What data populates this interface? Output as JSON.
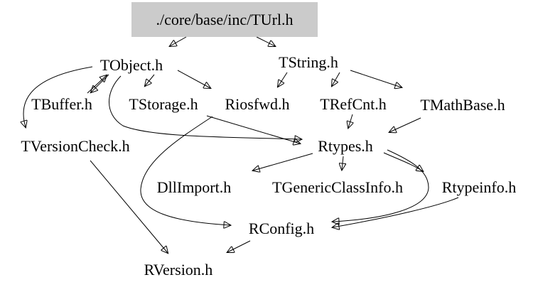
{
  "diagram": {
    "kind": "include-dependency-graph",
    "root_id": "turl",
    "colors": {
      "background": "#ffffff",
      "root_fill": "#cbcbcb",
      "edge": "#000000",
      "text": "#000000"
    },
    "nodes": [
      {
        "id": "turl",
        "label": "./core/base/inc/TUrl.h",
        "highlighted": true
      },
      {
        "id": "tobject",
        "label": "TObject.h"
      },
      {
        "id": "tstring",
        "label": "TString.h"
      },
      {
        "id": "tbuffer",
        "label": "TBuffer.h"
      },
      {
        "id": "tstorage",
        "label": "TStorage.h"
      },
      {
        "id": "riosfwd",
        "label": "Riosfwd.h"
      },
      {
        "id": "trefcnt",
        "label": "TRefCnt.h"
      },
      {
        "id": "tmathbase",
        "label": "TMathBase.h"
      },
      {
        "id": "tversioncheck",
        "label": "TVersionCheck.h"
      },
      {
        "id": "rtypes",
        "label": "Rtypes.h"
      },
      {
        "id": "dllimport",
        "label": "DllImport.h"
      },
      {
        "id": "tgenericclassinfo",
        "label": "TGenericClassInfo.h"
      },
      {
        "id": "rtypeinfo",
        "label": "Rtypeinfo.h"
      },
      {
        "id": "rconfig",
        "label": "RConfig.h"
      },
      {
        "id": "rversion",
        "label": "RVersion.h"
      }
    ],
    "edges": [
      {
        "from": "turl",
        "to": "tobject"
      },
      {
        "from": "turl",
        "to": "tstring"
      },
      {
        "from": "tobject",
        "to": "tversioncheck"
      },
      {
        "from": "tobject",
        "to": "tbuffer"
      },
      {
        "from": "tbuffer",
        "to": "tobject"
      },
      {
        "from": "tobject",
        "to": "tstorage"
      },
      {
        "from": "tobject",
        "to": "riosfwd"
      },
      {
        "from": "tobject",
        "to": "rtypes"
      },
      {
        "from": "tstorage",
        "to": "rtypes"
      },
      {
        "from": "tstring",
        "to": "riosfwd"
      },
      {
        "from": "tstring",
        "to": "trefcnt"
      },
      {
        "from": "tstring",
        "to": "tmathbase"
      },
      {
        "from": "trefcnt",
        "to": "rtypes"
      },
      {
        "from": "tmathbase",
        "to": "rtypes"
      },
      {
        "from": "riosfwd",
        "to": "rconfig"
      },
      {
        "from": "rtypes",
        "to": "dllimport"
      },
      {
        "from": "rtypes",
        "to": "tgenericclassinfo"
      },
      {
        "from": "rtypes",
        "to": "rtypeinfo"
      },
      {
        "from": "rtypes",
        "to": "rconfig"
      },
      {
        "from": "rtypeinfo",
        "to": "rconfig"
      },
      {
        "from": "rconfig",
        "to": "rversion"
      },
      {
        "from": "tversioncheck",
        "to": "rversion"
      }
    ]
  }
}
